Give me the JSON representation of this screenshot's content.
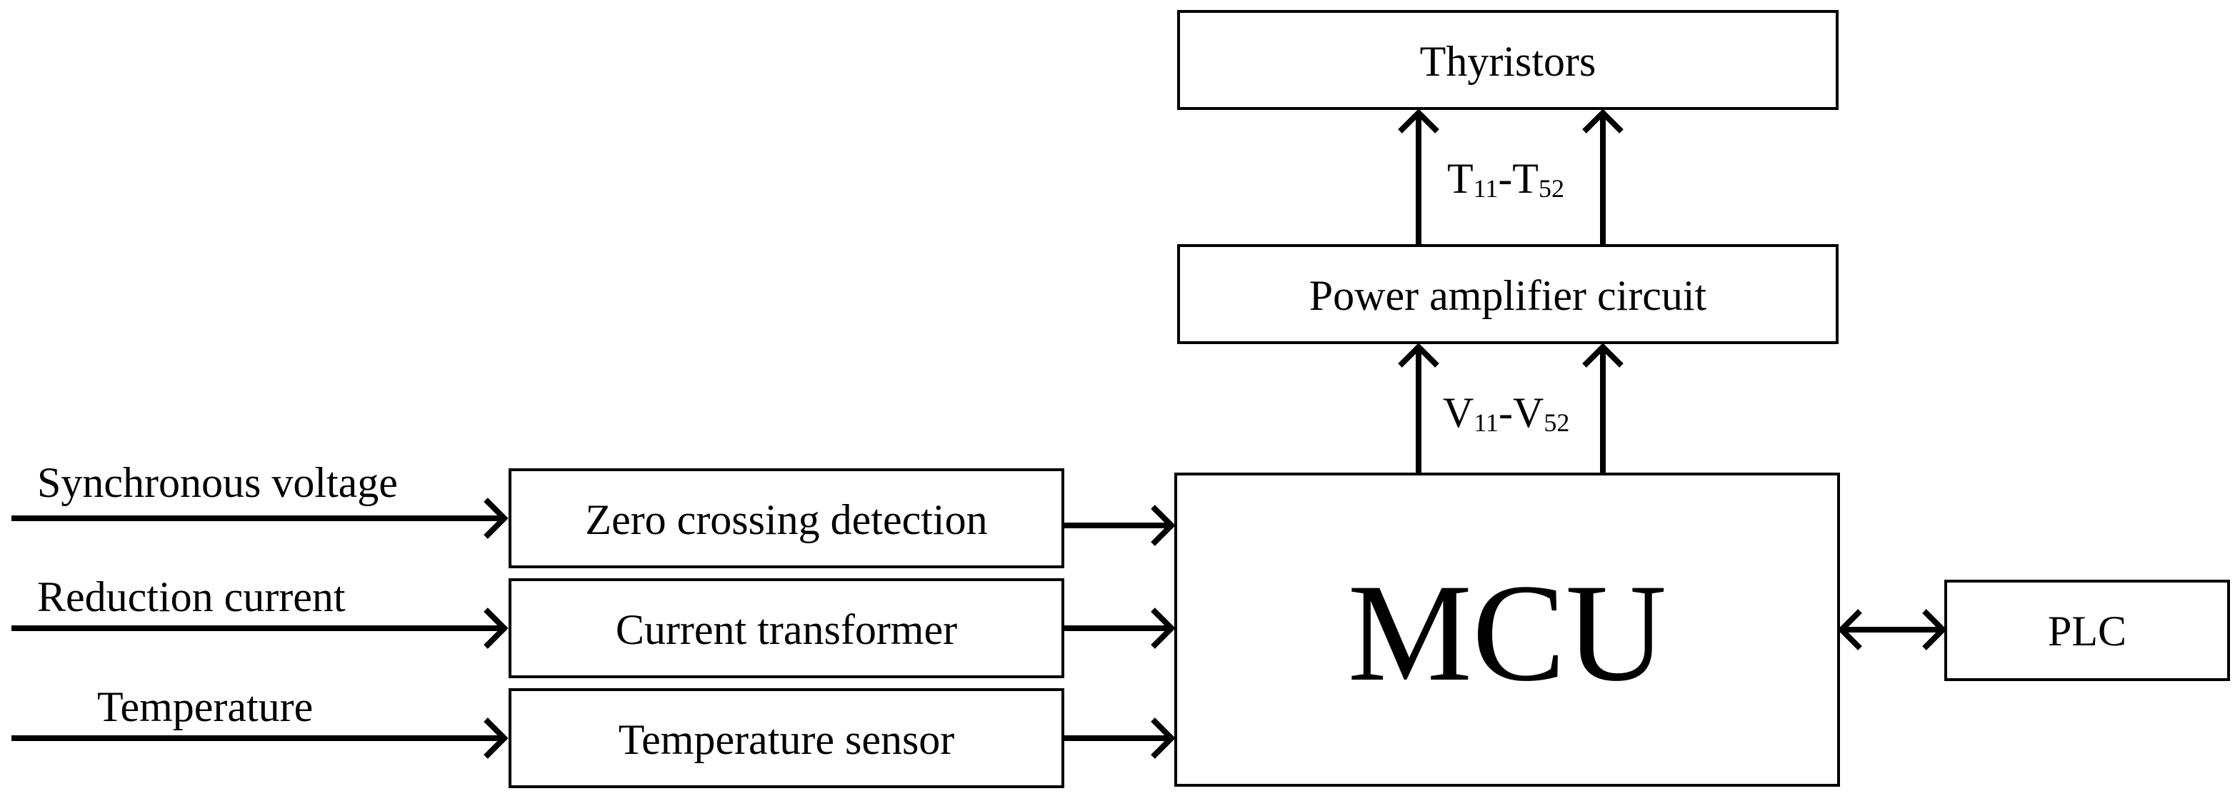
{
  "blocks": {
    "thyristors": "Thyristors",
    "power_amplifier": "Power amplifier circuit",
    "mcu": "MCU",
    "plc": "PLC",
    "zero_crossing": "Zero crossing detection",
    "current_transformer": "Current transformer",
    "temperature_sensor": "Temperature sensor"
  },
  "inputs": {
    "synchronous_voltage": "Synchronous voltage",
    "reduction_current": "Reduction current",
    "temperature": "Temperature"
  },
  "signals": {
    "t_main": "T",
    "t_sub_start": "11",
    "t_dash": "-T",
    "t_sub_end": "52",
    "v_main": "V",
    "v_sub_start": "11",
    "v_dash": "-V",
    "v_sub_end": "52"
  }
}
